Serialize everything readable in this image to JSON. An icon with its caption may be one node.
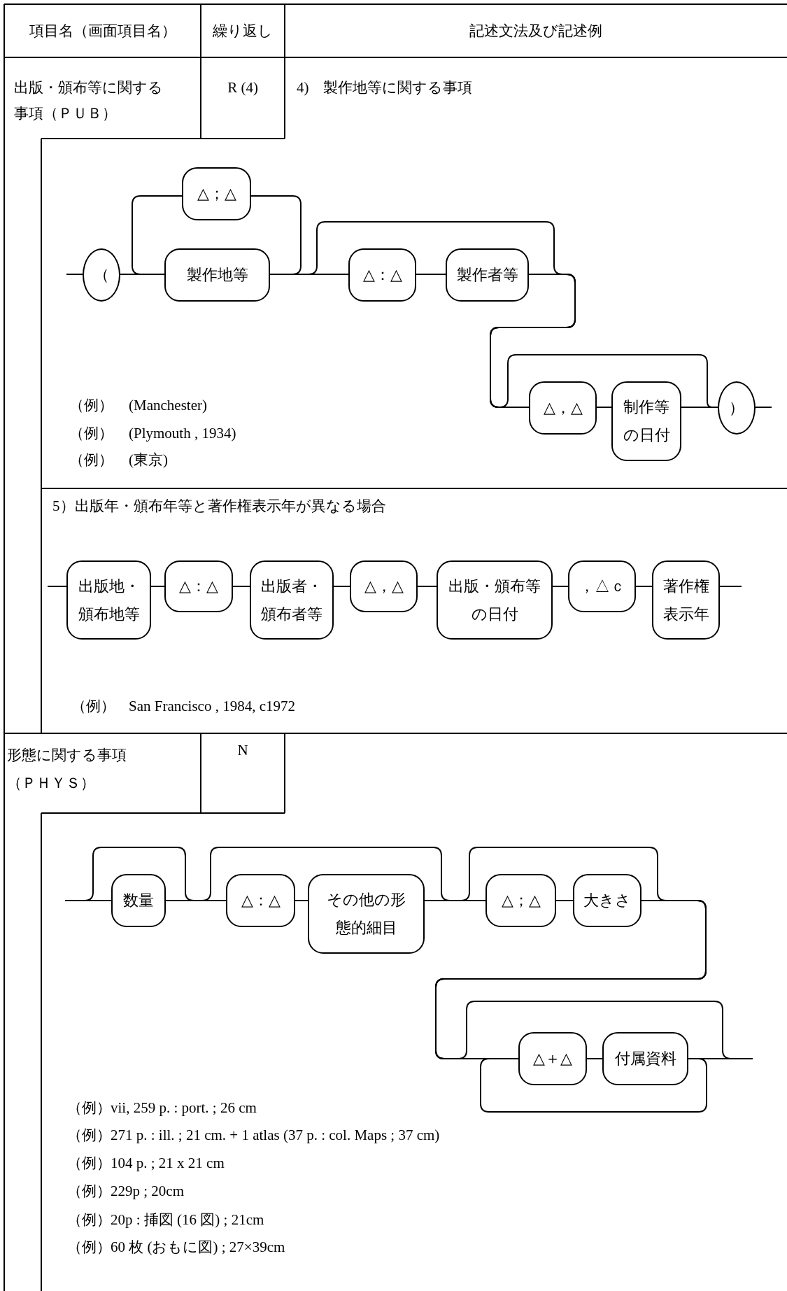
{
  "diagram": {
    "nodes": [
      {
        "text": [
          "（"
        ]
      },
      {
        "text": [
          "△；△"
        ]
      },
      {
        "text": [
          "製作地等"
        ]
      },
      {
        "text": [
          "△：△"
        ]
      },
      {
        "text": [
          "製作者等"
        ]
      },
      {
        "text": [
          "△，△"
        ]
      },
      {
        "text": [
          "制作等の日付"
        ]
      },
      {
        "text": [
          "）"
        ]
      },
      {
        "text": [
          "出版地・頒布地等"
        ]
      },
      {
        "text": [
          "△：△"
        ]
      },
      {
        "text": [
          "出版者・頒布者等"
        ]
      },
      {
        "text": [
          "△，△"
        ]
      },
      {
        "text": [
          "出版・頒布等の日付"
        ]
      },
      {
        "text": [
          "，△ｃ"
        ]
      },
      {
        "text": [
          "著作権表示年"
        ]
      },
      {
        "text": [
          "数量"
        ]
      },
      {
        "text": [
          "△：△"
        ]
      },
      {
        "text": [
          "その他の形態的細目"
        ]
      },
      {
        "text": [
          "△；△"
        ]
      },
      {
        "text": [
          "大きさ"
        ]
      },
      {
        "text": [
          "△＋△"
        ]
      },
      {
        "text": [
          "付属資料"
        ]
      }
    ],
    "edges": [
      {
        "from": null,
        "to": 0,
        "arrow": "none"
      },
      {
        "from": 0,
        "to": 2,
        "arrow": "none"
      },
      {
        "from": 2,
        "to": 1,
        "arrow": "none"
      },
      {
        "from": 1,
        "to": 2,
        "arrow": "none"
      },
      {
        "from": 2,
        "to": 3,
        "arrow": "none"
      },
      {
        "from": 3,
        "to": 4,
        "arrow": "none"
      },
      {
        "from": 4,
        "to": 5,
        "arrow": "none"
      },
      {
        "from": 2,
        "to": 5,
        "arrow": "none"
      },
      {
        "from": 5,
        "to": 6,
        "arrow": "none"
      },
      {
        "from": 4,
        "to": 7,
        "arrow": "none"
      },
      {
        "from": 6,
        "to": 7,
        "arrow": "none"
      },
      {
        "from": 7,
        "to": null,
        "arrow": "none"
      },
      {
        "from": null,
        "to": 8,
        "arrow": "none"
      },
      {
        "from": 8,
        "to": 9,
        "arrow": "none"
      },
      {
        "from": 9,
        "to": 10,
        "arrow": "none"
      },
      {
        "from": 10,
        "to": 11,
        "arrow": "none"
      },
      {
        "from": 11,
        "to": 12,
        "arrow": "none"
      },
      {
        "from": 12,
        "to": 13,
        "arrow": "none"
      },
      {
        "from": 13,
        "to": 14,
        "arrow": "none"
      },
      {
        "from": 14,
        "to": null,
        "arrow": "none"
      },
      {
        "from": null,
        "to": 15,
        "arrow": "none"
      },
      {
        "from": null,
        "to": 16,
        "arrow": "none"
      },
      {
        "from": 15,
        "to": 16,
        "arrow": "none"
      },
      {
        "from": 15,
        "to": 18,
        "arrow": "none"
      },
      {
        "from": 16,
        "to": 17,
        "arrow": "none"
      },
      {
        "from": 17,
        "to": 18,
        "arrow": "none"
      },
      {
        "from": 17,
        "to": 20,
        "arrow": "none"
      },
      {
        "from": 18,
        "to": 19,
        "arrow": "none"
      },
      {
        "from": 19,
        "to": 20,
        "arrow": "none"
      },
      {
        "from": 19,
        "to": null,
        "arrow": "none"
      },
      {
        "from": 20,
        "to": 21,
        "arrow": "none"
      },
      {
        "from": 21,
        "to": null,
        "arrow": "none"
      },
      {
        "from": 21,
        "to": 20,
        "arrow": "none"
      }
    ],
    "labels": [
      "項目名（画面項目名）",
      "繰り返し",
      "記述文法及び記述例",
      "出版・頒布等に関する事項（ＰＵＢ）",
      "R (4)",
      "4)　製作地等に関する事項",
      "（例）",
      "(Manchester)",
      "（例）",
      "(Plymouth , 1934)",
      "（例）",
      "(東京)",
      "5）出版年・頒布年等と著作権表示年が異なる場合",
      "（例）",
      "San Francisco , 1984, c1972",
      "形態に関する事項（ＰＨＹＳ）",
      "N",
      "（例）",
      "vii, 259 p. : port. ; 26 cm",
      "（例）",
      "271 p. : ill. ; 21 cm. + 1 atlas (37 p. : col. Maps ; 37 cm)",
      "（例）",
      "104 p. ; 21 x 21 cm",
      "（例）",
      "229p ; 20cm",
      "（例）",
      "20p : 挿図 (16 図) ; 21cm",
      "（例）",
      "60 枚 (おもに図) ; 27×39cm"
    ]
  }
}
